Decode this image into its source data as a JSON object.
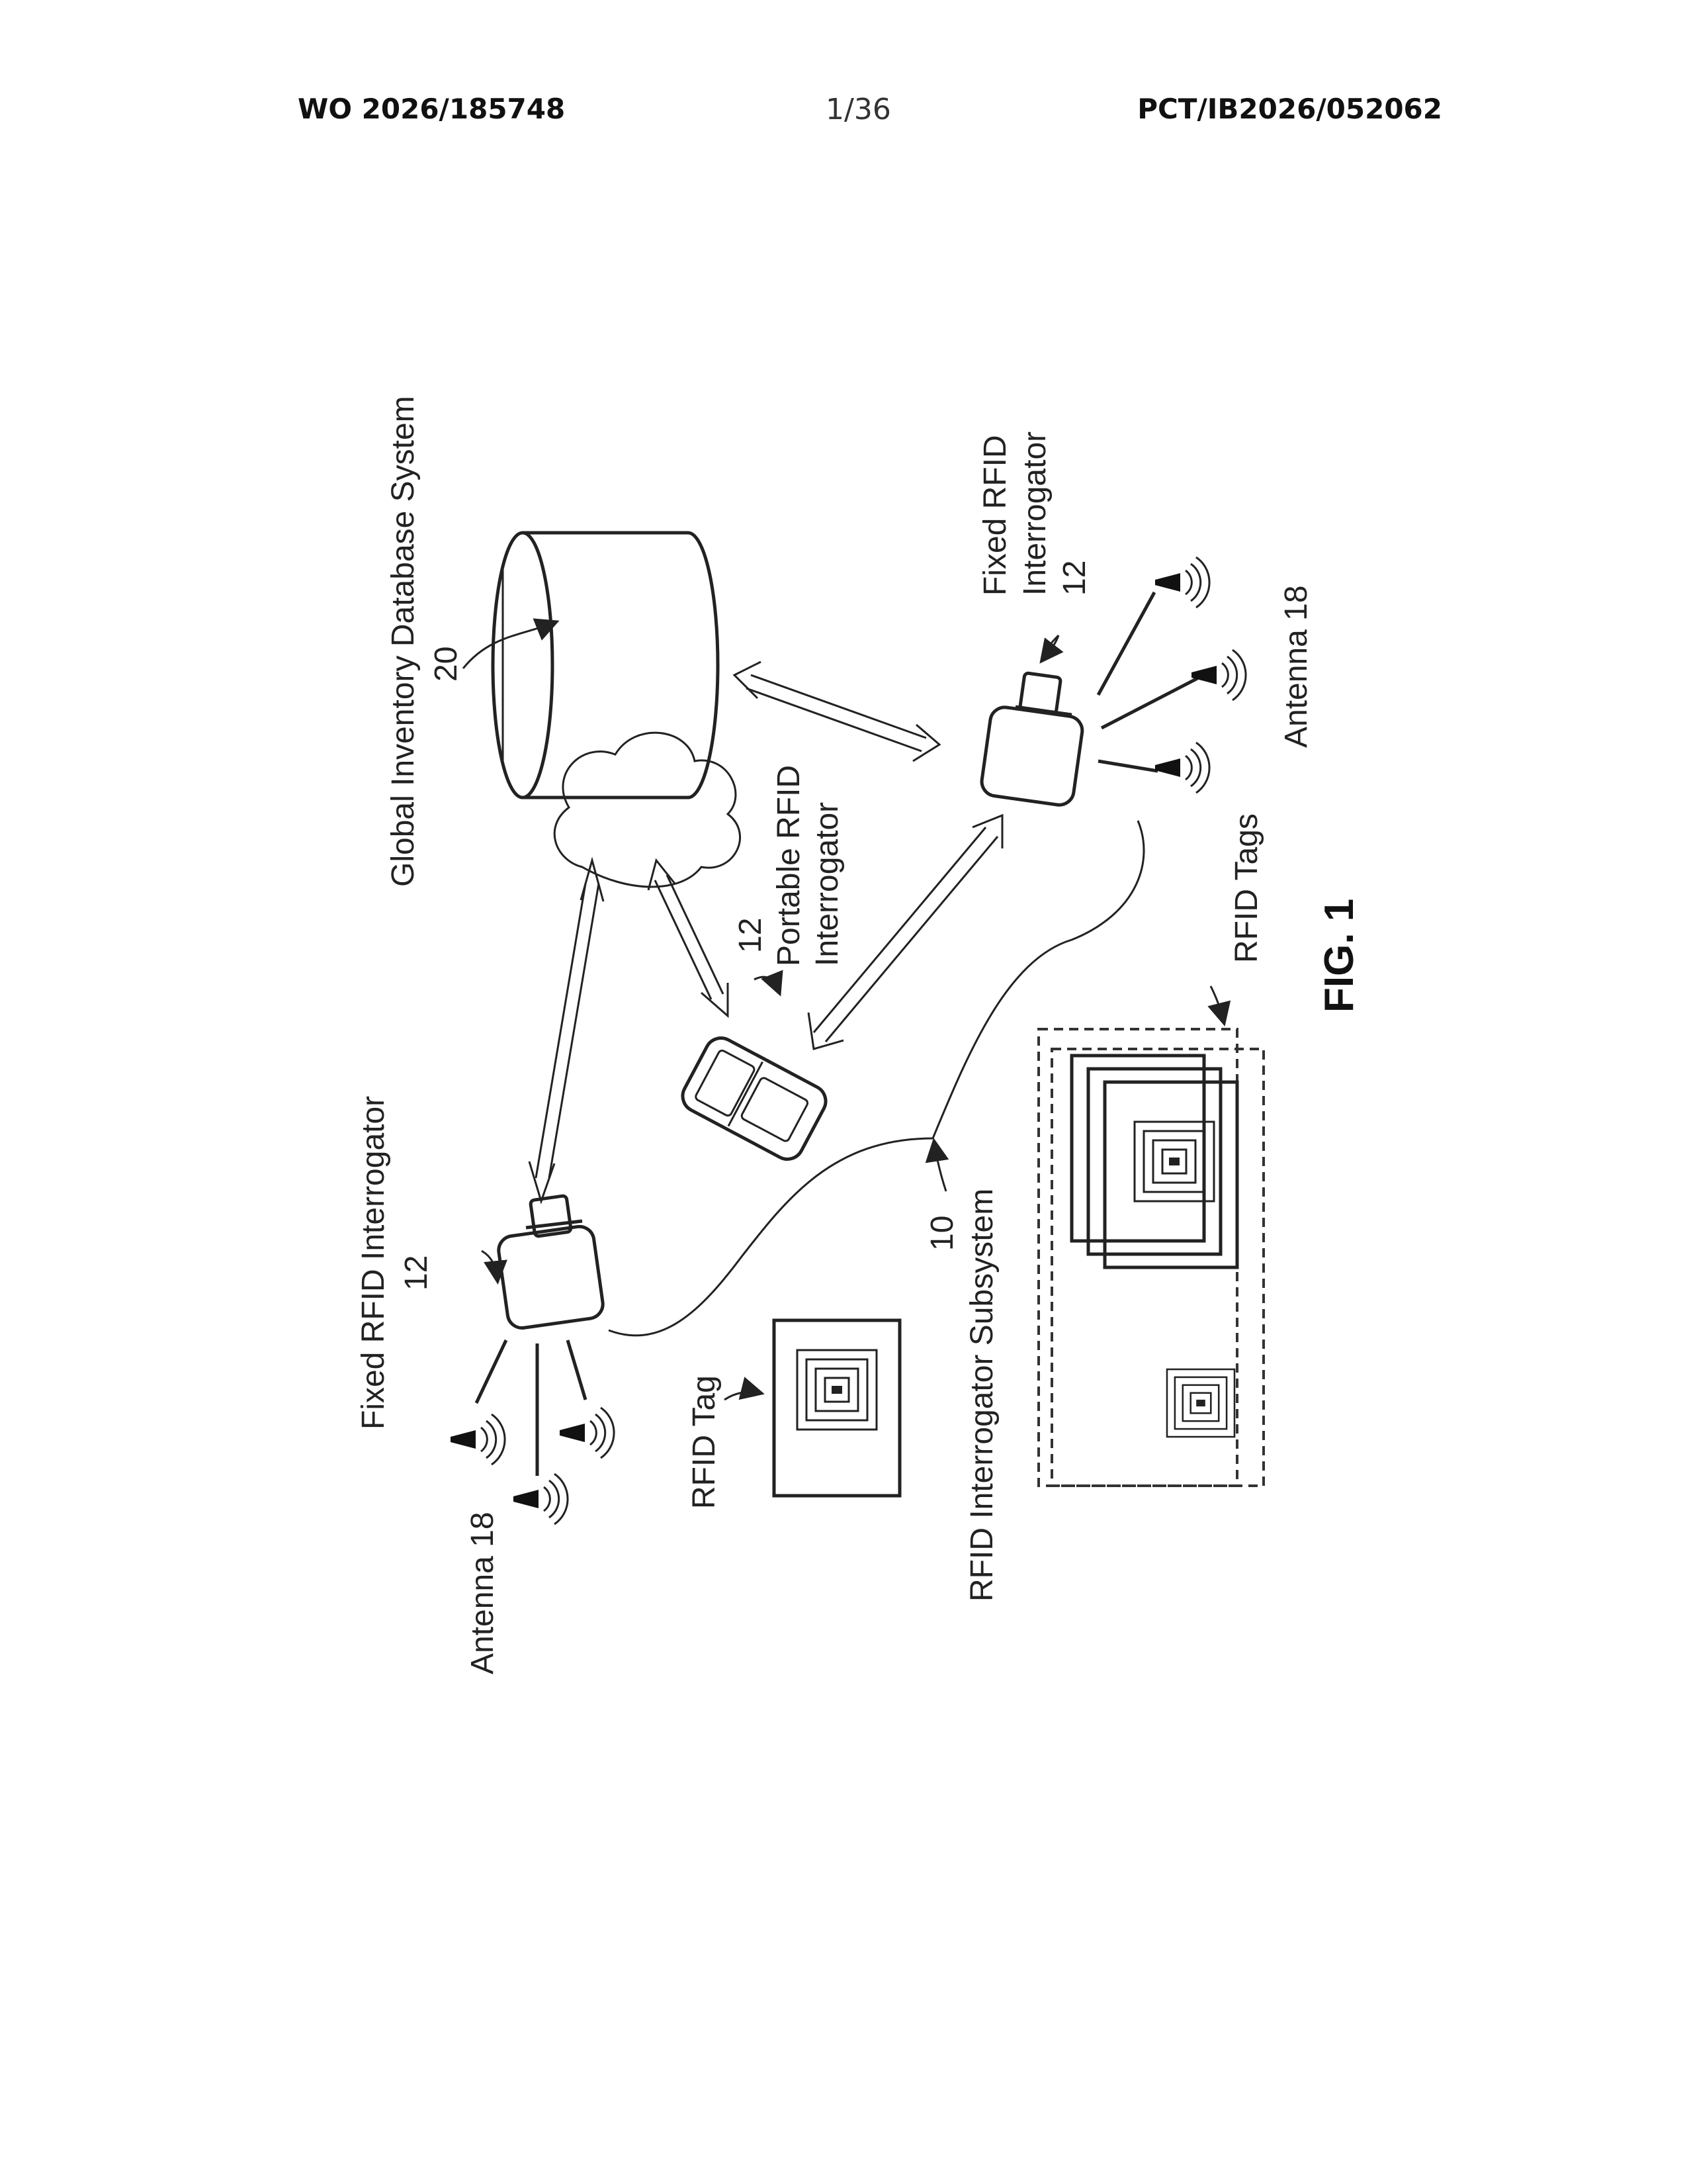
{
  "header": {
    "publication_number": "WO 2026/185748",
    "sheet": "1/36",
    "application_number": "PCT/IB2026/052062"
  },
  "figure": {
    "label": "FIG. 1",
    "labels": {
      "global_db": "Global Inventory Database System",
      "ref_20": "20",
      "fixed_left": "Fixed RFID Interrogator",
      "ref_12_left": "12",
      "antenna_left": "Antenna 18",
      "portable_ref": "12",
      "portable_line1": "Portable RFID",
      "portable_line2": "Interrogator",
      "fixed_right_line1": "Fixed RFID",
      "fixed_right_line2": "Interrogator",
      "ref_12_right": "12",
      "antenna_right": "Antenna 18",
      "rfid_tag": "RFID Tag",
      "rfid_tags": "RFID Tags",
      "ref_10": "10",
      "subsystem": "RFID Interrogator Subsystem"
    }
  }
}
